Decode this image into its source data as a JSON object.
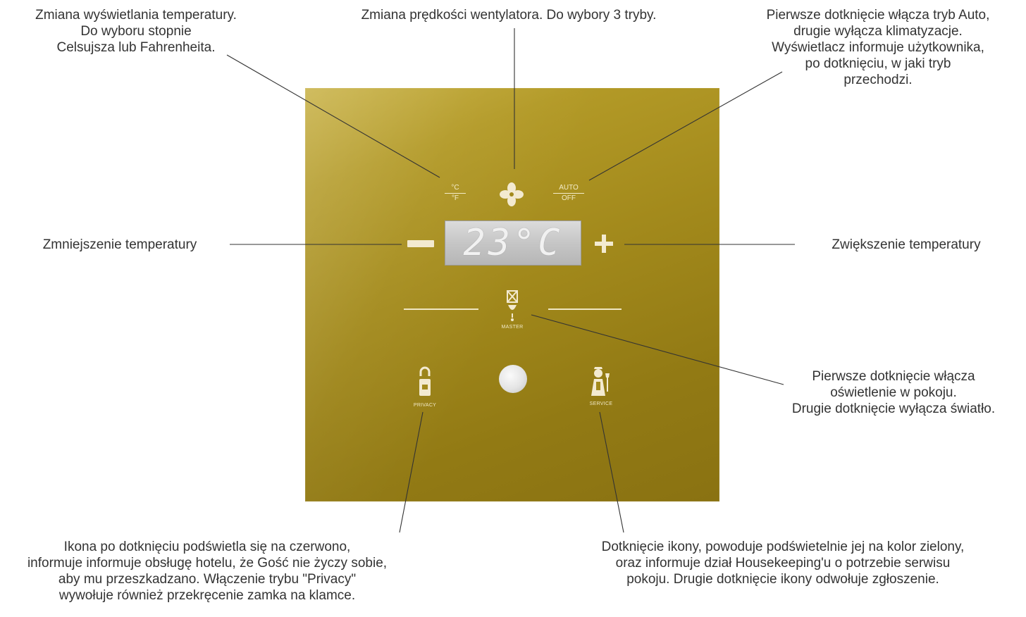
{
  "annotations": {
    "units": "Zmiana wyświetlania temperatury.\nDo wyboru stopnie\nCelsujsza lub Fahrenheita.",
    "fan": "Zmiana prędkości wentylatora. Do wybory 3 tryby.",
    "auto": "Pierwsze dotknięcie włącza tryb Auto,\ndrugie wyłącza klimatyzacje.\nWyświetlacz informuje użytkownika,\npo dotknięciu, w jaki tryb\nprzechodzi.",
    "decrease": "Zmniejszenie temperatury",
    "increase": "Zwiększenie temperatury",
    "master": "Pierwsze dotknięcie włącza\noświetlenie w pokoju.\nDrugie dotknięcie wyłącza światło.",
    "privacy": "Ikona po dotknięciu podświetla się na czerwono,\ninformuje informuje obsługę hotelu, że Gość nie życzy sobie,\naby mu przeszkadzano. Włączenie trybu \"Privacy\"\nwywołuje również przekręcenie zamka na klamce.",
    "service": "Dotknięcie ikony, powoduje podświetelnie jej na kolor zielony,\noraz informuje dział Housekeeping'u o potrzebie serwisu\npokoju. Drugie dotknięcie ikony odwołuje zgłoszenie."
  },
  "panel": {
    "unit_top": "°C",
    "unit_bottom": "°F",
    "auto_top": "AUTO",
    "auto_bottom": "OFF",
    "display_value": "23°C",
    "master_label": "MASTER",
    "privacy_label": "PRIVACY",
    "service_label": "SERVICE",
    "icons": [
      "fan-icon",
      "minus-icon",
      "plus-icon",
      "master-light-icon",
      "privacy-door-hanger-icon",
      "sensor-icon",
      "maid-service-icon"
    ]
  },
  "colors": {
    "panel_gold": "#a38a1c",
    "panel_highlight": "#c6ae3d",
    "glyph_cream": "#f3ead0",
    "display_grey": "#c6c6c6",
    "text": "#333333"
  }
}
